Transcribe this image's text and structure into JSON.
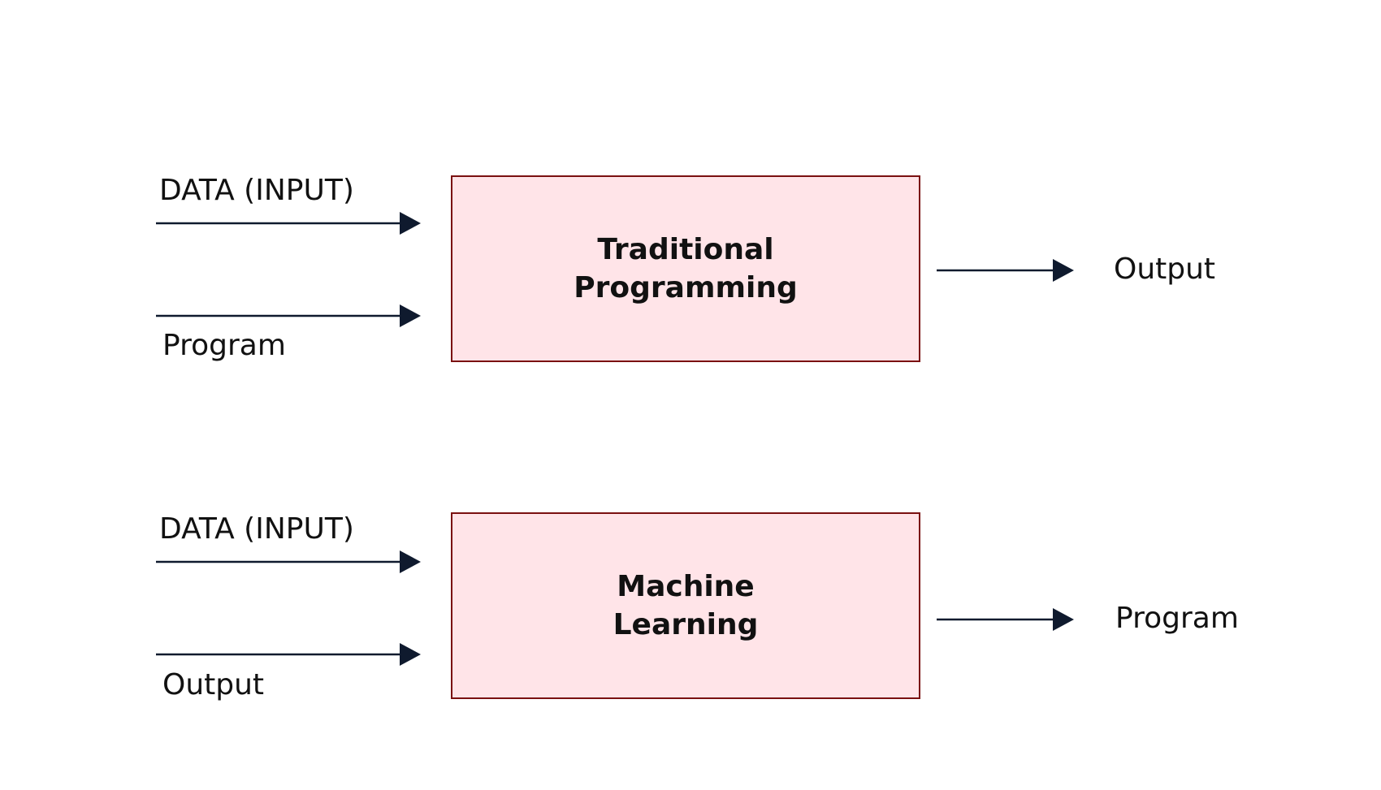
{
  "colors": {
    "box_fill": "#ffe4e8",
    "box_border": "#7a1010",
    "arrow": "#0f1a2e",
    "text": "#111111"
  },
  "traditional": {
    "input_top_label": "DATA (INPUT)",
    "input_bottom_label": "Program",
    "box_line1": "Traditional",
    "box_line2": "Programming",
    "result_label": "Output"
  },
  "machine_learning": {
    "input_top_label": "DATA (INPUT)",
    "input_bottom_label": "Output",
    "box_line1": "Machine",
    "box_line2": "Learning",
    "result_label": "Program"
  }
}
